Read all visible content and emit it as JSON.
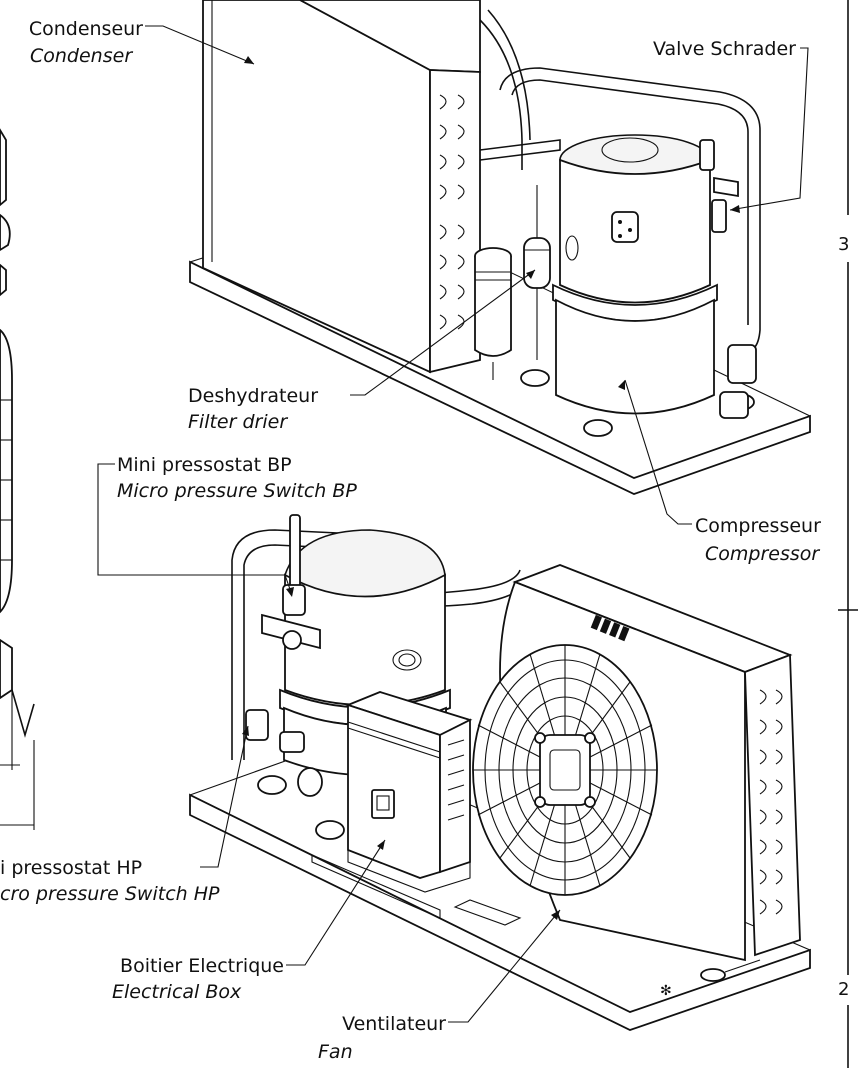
{
  "labels": {
    "condenser": {
      "fr": "Condenseur",
      "en": "Condenser"
    },
    "schrader": {
      "fr": "Valve Schrader"
    },
    "filter_drier": {
      "fr": "Deshydrateur",
      "en": "Filter drier"
    },
    "switch_bp": {
      "fr": "Mini pressostat BP",
      "en": "Micro pressure Switch BP"
    },
    "compressor": {
      "fr": "Compresseur",
      "en": "Compressor"
    },
    "switch_hp": {
      "fr": "i pressostat HP",
      "en": "cro pressure Switch HP"
    },
    "electrical_box": {
      "fr": "Boitier Electrique",
      "en": "Electrical Box"
    },
    "fan": {
      "fr": "Ventilateur",
      "en": "Fan"
    }
  },
  "edge_marks": {
    "top": "3",
    "bottom": "2"
  },
  "colors": {
    "ink": "#111111",
    "paper": "#ffffff"
  }
}
